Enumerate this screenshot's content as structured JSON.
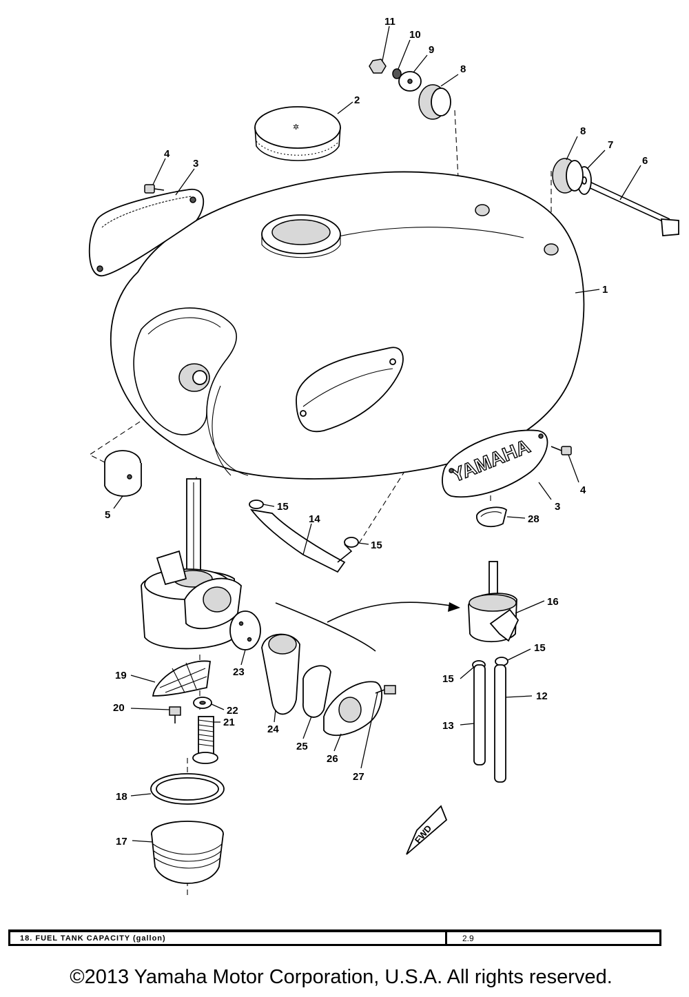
{
  "diagram": {
    "tank_emblem": "YAMAHA",
    "fwd_marker": "FWD",
    "callouts": [
      {
        "id": "c1",
        "label": "1"
      },
      {
        "id": "c2",
        "label": "2"
      },
      {
        "id": "c3a",
        "label": "3"
      },
      {
        "id": "c3b",
        "label": "3"
      },
      {
        "id": "c4a",
        "label": "4"
      },
      {
        "id": "c4b",
        "label": "4"
      },
      {
        "id": "c5",
        "label": "5"
      },
      {
        "id": "c6",
        "label": "6"
      },
      {
        "id": "c7",
        "label": "7"
      },
      {
        "id": "c8a",
        "label": "8"
      },
      {
        "id": "c8b",
        "label": "8"
      },
      {
        "id": "c9",
        "label": "9"
      },
      {
        "id": "c10",
        "label": "10"
      },
      {
        "id": "c11",
        "label": "11"
      },
      {
        "id": "c12",
        "label": "12"
      },
      {
        "id": "c13",
        "label": "13"
      },
      {
        "id": "c14",
        "label": "14"
      },
      {
        "id": "c15a",
        "label": "15"
      },
      {
        "id": "c15b",
        "label": "15"
      },
      {
        "id": "c15c",
        "label": "15"
      },
      {
        "id": "c15d",
        "label": "15"
      },
      {
        "id": "c16",
        "label": "16"
      },
      {
        "id": "c17",
        "label": "17"
      },
      {
        "id": "c18",
        "label": "18"
      },
      {
        "id": "c19",
        "label": "19"
      },
      {
        "id": "c20",
        "label": "20"
      },
      {
        "id": "c21",
        "label": "21"
      },
      {
        "id": "c22",
        "label": "22"
      },
      {
        "id": "c23",
        "label": "23"
      },
      {
        "id": "c24",
        "label": "24"
      },
      {
        "id": "c25",
        "label": "25"
      },
      {
        "id": "c26",
        "label": "26"
      },
      {
        "id": "c27",
        "label": "27"
      },
      {
        "id": "c28",
        "label": "28"
      }
    ]
  },
  "spec": {
    "label": "18.  FUEL TANK CAPACITY (gallon)",
    "value": "2.9"
  },
  "footer": {
    "copyright": "©2013 Yamaha Motor Corporation, U.S.A. All rights reserved."
  }
}
